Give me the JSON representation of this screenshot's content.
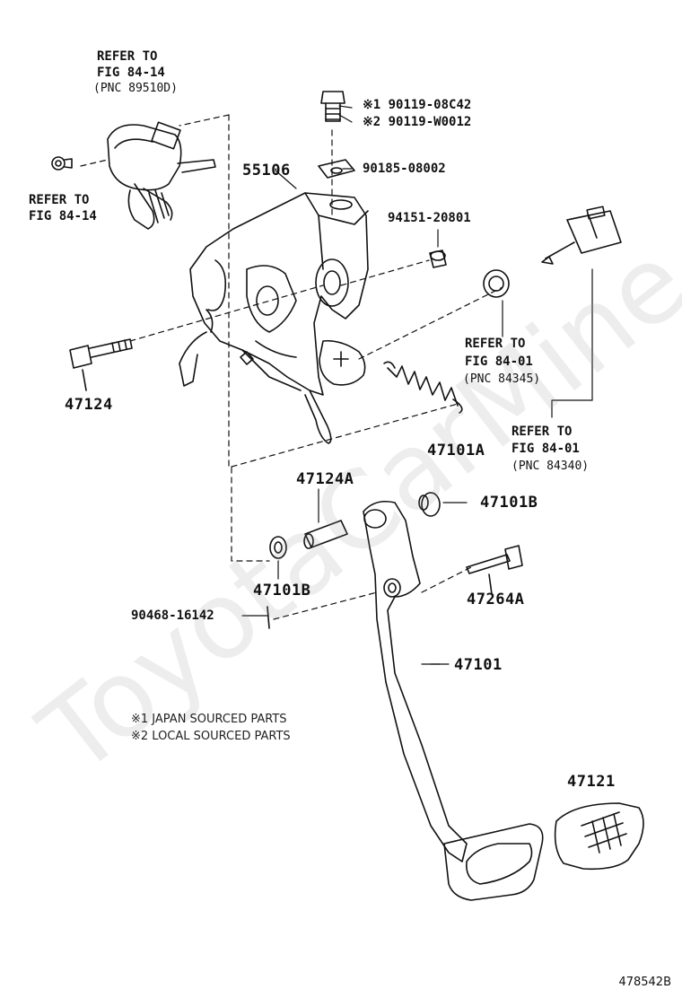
{
  "parts": {
    "p55106": "55106",
    "p90119_1": "※1 90119-08C42",
    "p90119_2": "※2 90119-W0012",
    "p90185": "90185-08002",
    "p94151": "94151-20801",
    "p47124": "47124",
    "p47101A": "47101A",
    "p47124A": "47124A",
    "p47101B_right": "47101B",
    "p47101B_left": "47101B",
    "p47264A": "47264A",
    "p90468": "90468-16142",
    "p47101": "47101",
    "p47121": "47121"
  },
  "refs": {
    "r1": {
      "line1": "REFER TO",
      "line2": "FIG 84-14",
      "line3": "(PNC 89510D)"
    },
    "r2": {
      "line1": "REFER TO",
      "line2": "FIG 84-14"
    },
    "r3": {
      "line1": "REFER TO",
      "line2": "FIG 84-01",
      "line3": "(PNC 84345)"
    },
    "r4": {
      "line1": "REFER TO",
      "line2": "FIG 84-01",
      "line3": "(PNC 84340)"
    }
  },
  "notes": {
    "n1": "※1 JAPAN SOURCED PARTS",
    "n2": "※2 LOCAL SOURCED PARTS"
  },
  "watermark": "ToyotaCarMine.ru",
  "diagram_code": "478542B"
}
